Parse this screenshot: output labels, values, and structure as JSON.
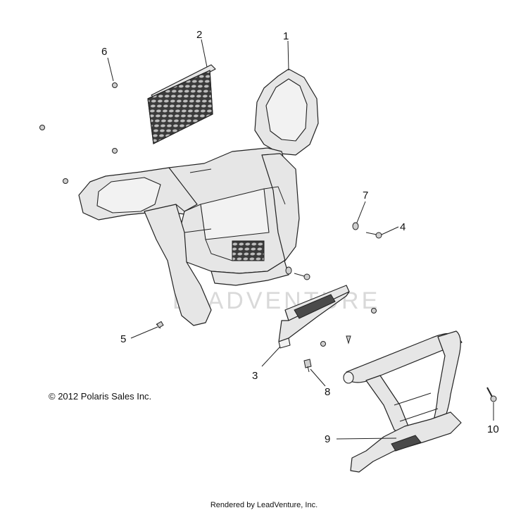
{
  "callouts": [
    {
      "id": "1",
      "label": "1"
    },
    {
      "id": "2",
      "label": "2"
    },
    {
      "id": "3",
      "label": "3"
    },
    {
      "id": "4",
      "label": "4"
    },
    {
      "id": "5",
      "label": "5"
    },
    {
      "id": "6",
      "label": "6"
    },
    {
      "id": "7",
      "label": "7"
    },
    {
      "id": "8",
      "label": "8"
    },
    {
      "id": "9",
      "label": "9"
    },
    {
      "id": "10",
      "label": "10"
    }
  ],
  "copyright": "© 2012 Polaris Sales Inc.",
  "rendered_by": "Rendered by LeadVenture, Inc.",
  "watermark": "LEADVENTURE"
}
